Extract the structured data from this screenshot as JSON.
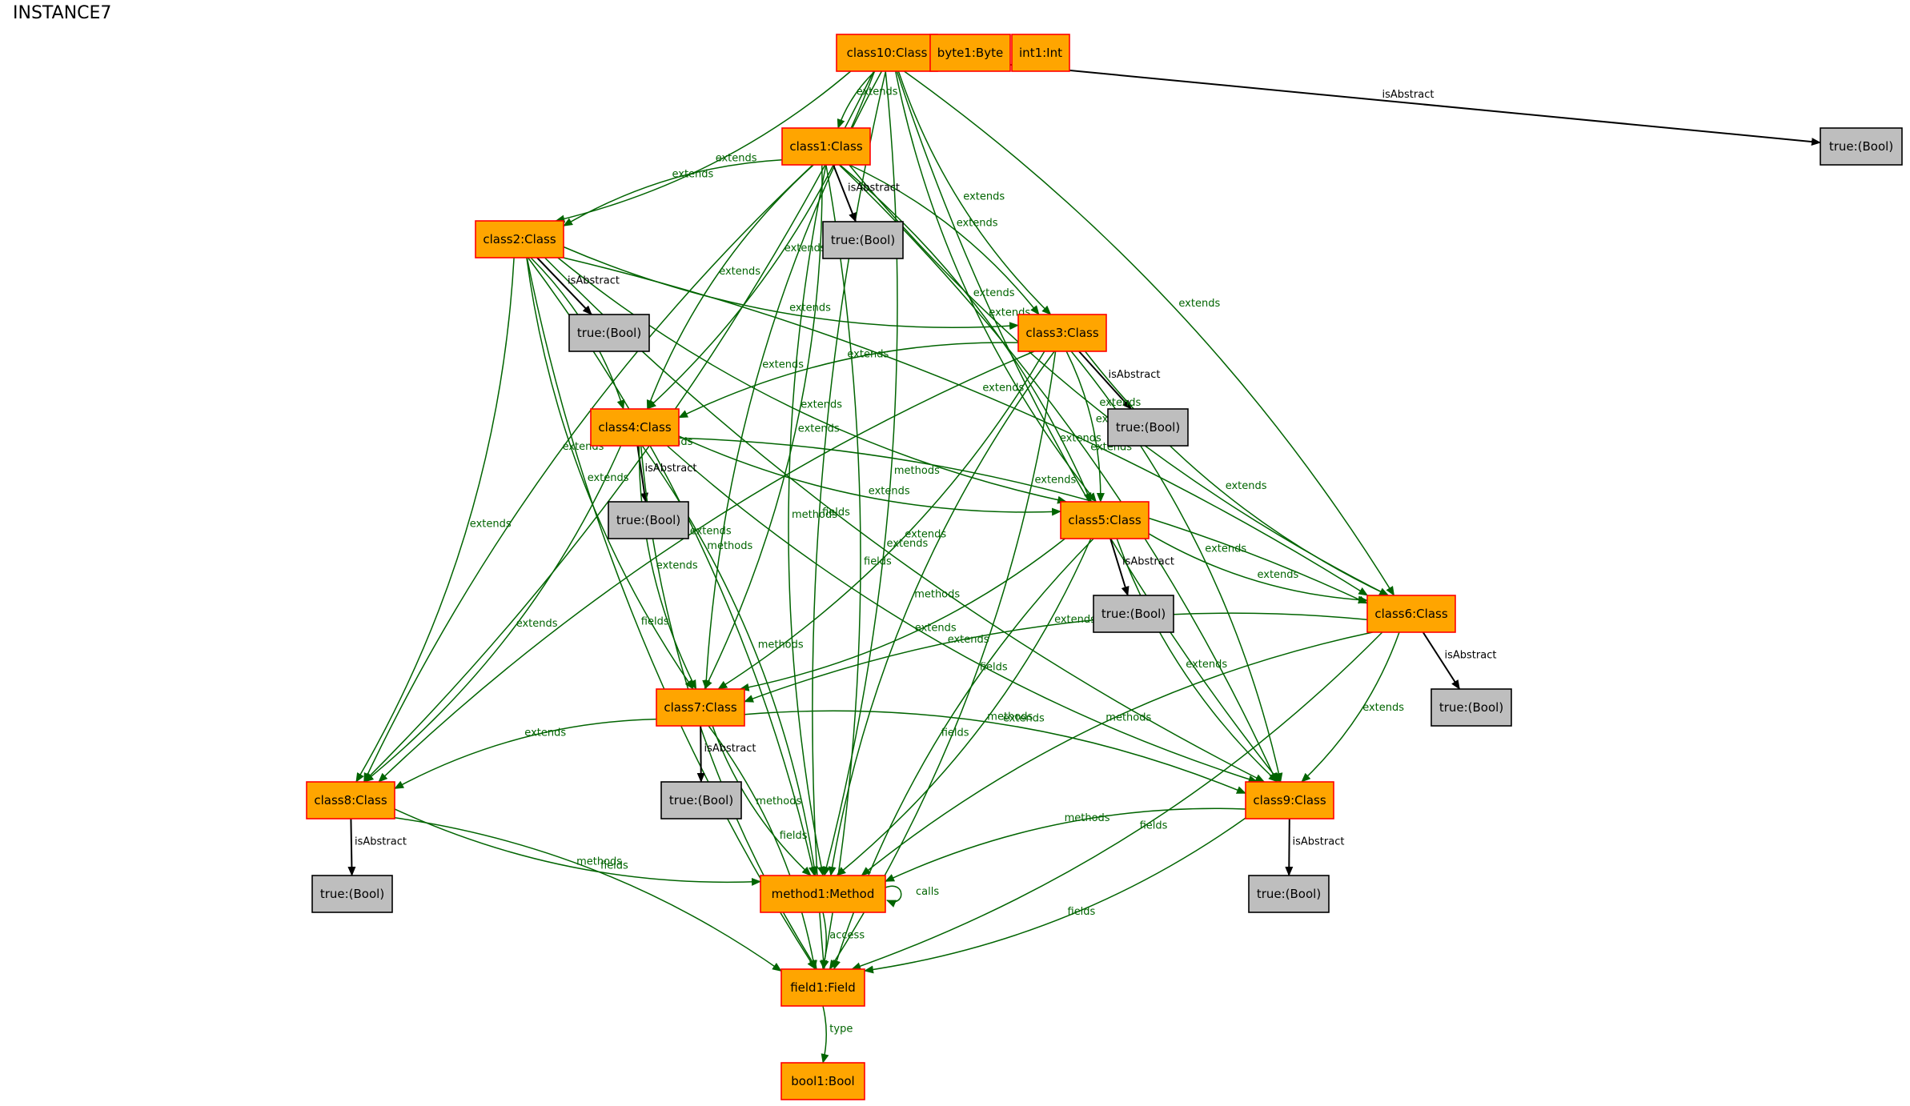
{
  "title": "INSTANCE7",
  "colors": {
    "object_fill": "#FFA500",
    "object_stroke": "#FF0000",
    "value_fill": "#BEBEBE",
    "value_stroke": "#000000",
    "edge_green": "#006400",
    "edge_black": "#000000"
  },
  "nodes": [
    {
      "id": "class10",
      "label": "class10:Class",
      "kind": "object"
    },
    {
      "id": "byte1",
      "label": "byte1:Byte",
      "kind": "object"
    },
    {
      "id": "int1",
      "label": "int1:Int",
      "kind": "object"
    },
    {
      "id": "b10",
      "label": "true:(Bool)",
      "kind": "value"
    },
    {
      "id": "class1",
      "label": "class1:Class",
      "kind": "object"
    },
    {
      "id": "b1",
      "label": "true:(Bool)",
      "kind": "value"
    },
    {
      "id": "class2",
      "label": "class2:Class",
      "kind": "object"
    },
    {
      "id": "b2",
      "label": "true:(Bool)",
      "kind": "value"
    },
    {
      "id": "class3",
      "label": "class3:Class",
      "kind": "object"
    },
    {
      "id": "b3",
      "label": "true:(Bool)",
      "kind": "value"
    },
    {
      "id": "class4",
      "label": "class4:Class",
      "kind": "object"
    },
    {
      "id": "b4",
      "label": "true:(Bool)",
      "kind": "value"
    },
    {
      "id": "class5",
      "label": "class5:Class",
      "kind": "object"
    },
    {
      "id": "b5",
      "label": "true:(Bool)",
      "kind": "value"
    },
    {
      "id": "class6",
      "label": "class6:Class",
      "kind": "object"
    },
    {
      "id": "b6",
      "label": "true:(Bool)",
      "kind": "value"
    },
    {
      "id": "class7",
      "label": "class7:Class",
      "kind": "object"
    },
    {
      "id": "b7",
      "label": "true:(Bool)",
      "kind": "value"
    },
    {
      "id": "class8",
      "label": "class8:Class",
      "kind": "object"
    },
    {
      "id": "b8",
      "label": "true:(Bool)",
      "kind": "value"
    },
    {
      "id": "class9",
      "label": "class9:Class",
      "kind": "object"
    },
    {
      "id": "b9",
      "label": "true:(Bool)",
      "kind": "value"
    },
    {
      "id": "method1",
      "label": "method1:Method",
      "kind": "object"
    },
    {
      "id": "field1",
      "label": "field1:Field",
      "kind": "object"
    },
    {
      "id": "bool1",
      "label": "bool1:Bool",
      "kind": "object"
    }
  ],
  "edges": [
    {
      "from": "class10",
      "to": "b10",
      "label": "isAbstract"
    },
    {
      "from": "class10",
      "to": "class1",
      "label": "extends"
    },
    {
      "from": "class10",
      "to": "class2",
      "label": "extends"
    },
    {
      "from": "class10",
      "to": "class3",
      "label": "extends"
    },
    {
      "from": "class10",
      "to": "class4",
      "label": "extends"
    },
    {
      "from": "class10",
      "to": "class5",
      "label": "extends"
    },
    {
      "from": "class10",
      "to": "class6",
      "label": "extends"
    },
    {
      "from": "class10",
      "to": "class7",
      "label": "extends"
    },
    {
      "from": "class10",
      "to": "class8",
      "label": "extends"
    },
    {
      "from": "class10",
      "to": "class9",
      "label": "extends"
    },
    {
      "from": "class10",
      "to": "method1",
      "label": "methods"
    },
    {
      "from": "class10",
      "to": "field1",
      "label": "fields"
    },
    {
      "from": "class1",
      "to": "b1",
      "label": "isAbstract"
    },
    {
      "from": "class1",
      "to": "class2",
      "label": "extends"
    },
    {
      "from": "class1",
      "to": "class3",
      "label": "extends"
    },
    {
      "from": "class1",
      "to": "class4",
      "label": "extends"
    },
    {
      "from": "class1",
      "to": "class5",
      "label": "extends"
    },
    {
      "from": "class1",
      "to": "class6",
      "label": "extends"
    },
    {
      "from": "class1",
      "to": "class7",
      "label": "extends"
    },
    {
      "from": "class1",
      "to": "class8",
      "label": "extends"
    },
    {
      "from": "class1",
      "to": "class9",
      "label": "extends"
    },
    {
      "from": "class1",
      "to": "method1",
      "label": "methods"
    },
    {
      "from": "class1",
      "to": "field1",
      "label": "fields"
    },
    {
      "from": "class2",
      "to": "b2",
      "label": "isAbstract"
    },
    {
      "from": "class2",
      "to": "class3",
      "label": "extends"
    },
    {
      "from": "class2",
      "to": "class4",
      "label": "extends"
    },
    {
      "from": "class2",
      "to": "class5",
      "label": "extends"
    },
    {
      "from": "class2",
      "to": "class6",
      "label": "extends"
    },
    {
      "from": "class2",
      "to": "class7",
      "label": "extends"
    },
    {
      "from": "class2",
      "to": "class8",
      "label": "extends"
    },
    {
      "from": "class2",
      "to": "class9",
      "label": "extends"
    },
    {
      "from": "class2",
      "to": "method1",
      "label": "methods"
    },
    {
      "from": "class2",
      "to": "field1",
      "label": "fields"
    },
    {
      "from": "class3",
      "to": "b3",
      "label": "isAbstract"
    },
    {
      "from": "class3",
      "to": "class4",
      "label": "extends"
    },
    {
      "from": "class3",
      "to": "class5",
      "label": "extends"
    },
    {
      "from": "class3",
      "to": "class6",
      "label": "extends"
    },
    {
      "from": "class3",
      "to": "class7",
      "label": "extends"
    },
    {
      "from": "class3",
      "to": "class8",
      "label": "extends"
    },
    {
      "from": "class3",
      "to": "class9",
      "label": "extends"
    },
    {
      "from": "class3",
      "to": "method1",
      "label": "methods"
    },
    {
      "from": "class3",
      "to": "field1",
      "label": "fields"
    },
    {
      "from": "class4",
      "to": "b4",
      "label": "isAbstract"
    },
    {
      "from": "class4",
      "to": "class5",
      "label": "extends"
    },
    {
      "from": "class4",
      "to": "class6",
      "label": "extends"
    },
    {
      "from": "class4",
      "to": "class7",
      "label": "extends"
    },
    {
      "from": "class4",
      "to": "class8",
      "label": "extends"
    },
    {
      "from": "class4",
      "to": "class9",
      "label": "extends"
    },
    {
      "from": "class4",
      "to": "method1",
      "label": "methods"
    },
    {
      "from": "class4",
      "to": "field1",
      "label": "fields"
    },
    {
      "from": "class5",
      "to": "b5",
      "label": "isAbstract"
    },
    {
      "from": "class5",
      "to": "class6",
      "label": "extends"
    },
    {
      "from": "class5",
      "to": "class7",
      "label": "extends"
    },
    {
      "from": "class5",
      "to": "class9",
      "label": "extends"
    },
    {
      "from": "class5",
      "to": "method1",
      "label": "methods"
    },
    {
      "from": "class5",
      "to": "field1",
      "label": "fields"
    },
    {
      "from": "class6",
      "to": "b6",
      "label": "isAbstract"
    },
    {
      "from": "class6",
      "to": "class7",
      "label": "extends"
    },
    {
      "from": "class6",
      "to": "class9",
      "label": "extends"
    },
    {
      "from": "class6",
      "to": "method1",
      "label": "methods"
    },
    {
      "from": "class6",
      "to": "field1",
      "label": "fields"
    },
    {
      "from": "class7",
      "to": "b7",
      "label": "isAbstract"
    },
    {
      "from": "class7",
      "to": "class8",
      "label": "extends"
    },
    {
      "from": "class7",
      "to": "class9",
      "label": "extends"
    },
    {
      "from": "class7",
      "to": "method1",
      "label": "methods"
    },
    {
      "from": "class7",
      "to": "field1",
      "label": "fields"
    },
    {
      "from": "class8",
      "to": "b8",
      "label": "isAbstract"
    },
    {
      "from": "class8",
      "to": "method1",
      "label": "methods"
    },
    {
      "from": "class8",
      "to": "field1",
      "label": "fields"
    },
    {
      "from": "class9",
      "to": "b9",
      "label": "isAbstract"
    },
    {
      "from": "class9",
      "to": "method1",
      "label": "methods"
    },
    {
      "from": "class9",
      "to": "field1",
      "label": "fields"
    },
    {
      "from": "method1",
      "to": "method1",
      "label": "calls"
    },
    {
      "from": "method1",
      "to": "field1",
      "label": "access"
    },
    {
      "from": "field1",
      "to": "bool1",
      "label": "type"
    }
  ]
}
